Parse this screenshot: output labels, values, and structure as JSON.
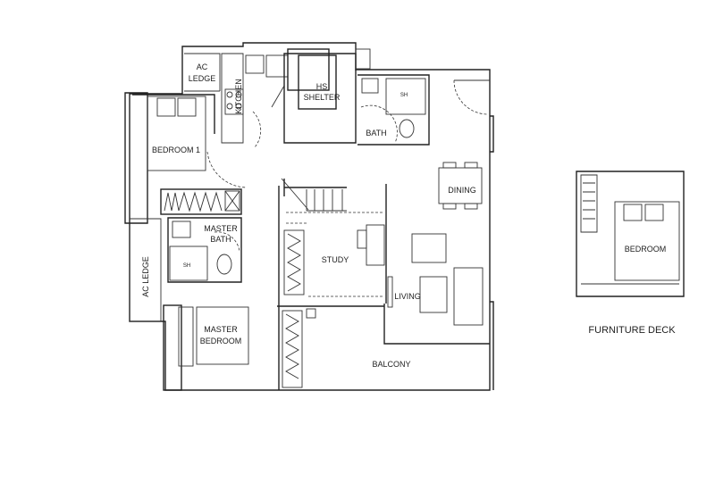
{
  "floor_plan": {
    "rooms": {
      "ac_ledge_top": "AC\nLEDGE",
      "kitchen": "KITCHEN",
      "hs_shelter": "HS\nSHELTER",
      "shower_bath": "SH",
      "bath": "BATH",
      "bedroom_1": "BEDROOM 1",
      "dining": "DINING",
      "master_bath": "MASTER\nBATH",
      "shower_master": "SH",
      "study": "STUDY",
      "living": "LIVING",
      "ac_ledge_side": "AC LEDGE",
      "master_bedroom": "MASTER\nBEDROOM",
      "balcony": "BALCONY"
    },
    "furniture_deck": {
      "title": "FURNITURE DECK",
      "bedroom": "BEDROOM"
    }
  }
}
